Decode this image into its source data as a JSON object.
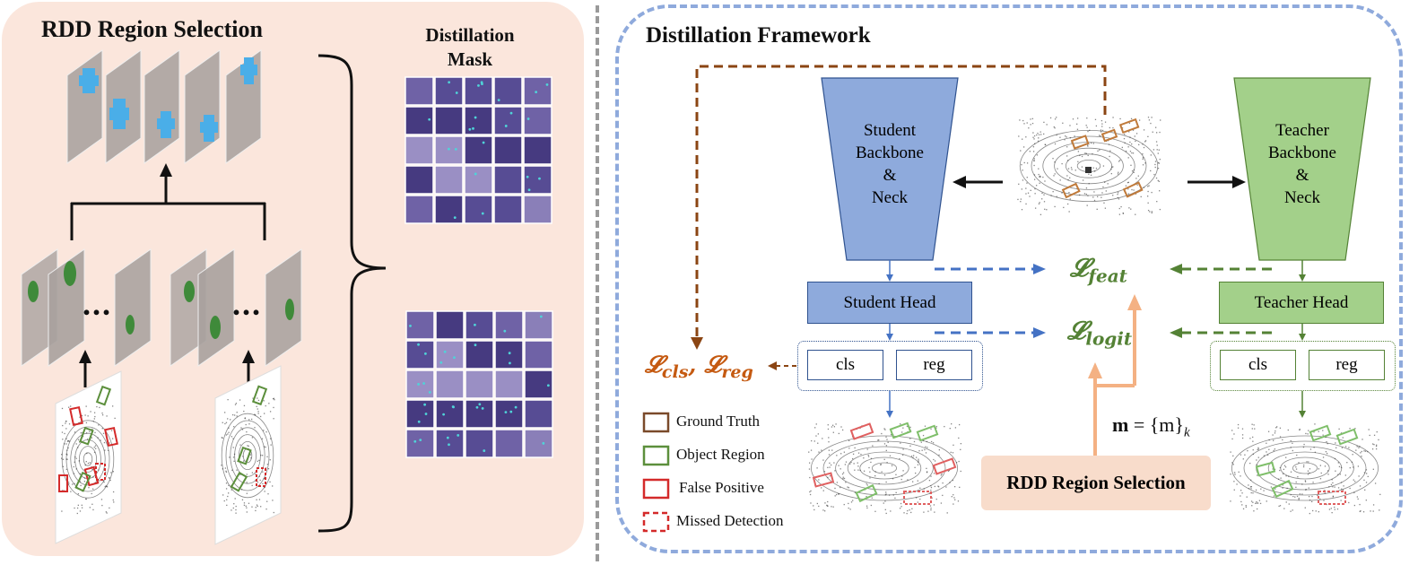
{
  "left_panel": {
    "title": "RDD Region Selection",
    "mask_title_line1": "Distillation",
    "mask_title_line2": "Mask",
    "ellipsis_left": "...",
    "ellipsis_right": "..."
  },
  "right_panel": {
    "title": "Distillation Framework",
    "student_backbone": [
      "Student",
      "Backbone",
      "&",
      "Neck"
    ],
    "teacher_backbone": [
      "Teacher",
      "Backbone",
      "&",
      "Neck"
    ],
    "student_head": "Student Head",
    "teacher_head": "Teacher Head",
    "cls_label": "cls",
    "reg_label": "reg",
    "loss_feat": "𝓛",
    "loss_feat_sub": "feat",
    "loss_logit": "𝓛",
    "loss_logit_sub": "logit",
    "loss_det": "𝓛",
    "loss_det_sub1": "cls",
    "loss_det_sep": ", ",
    "loss_det_sub2": "reg",
    "mask_formula_bold": "m",
    "mask_formula_rest": " = {m}",
    "mask_formula_sub": "k",
    "rdd_box_label": "RDD Region Selection"
  },
  "legend": [
    {
      "label": "Ground Truth",
      "color": "#7a4a2a",
      "style": "solid"
    },
    {
      "label": "Object Region",
      "color": "#5c8f3c",
      "style": "solid"
    },
    {
      "label": "False Positive",
      "color": "#d42a2a",
      "style": "solid"
    },
    {
      "label": "Missed Detection",
      "color": "#d42a2a",
      "style": "dashed"
    }
  ],
  "colors": {
    "left_bg": "#fbe6dc",
    "student_blue": "#8eaadc",
    "teacher_green": "#a3d08a",
    "dash_blue": "#4472c4",
    "dash_green": "#548235",
    "dash_brown": "#8b4513",
    "orange_loss": "#c55a11",
    "green_loss": "#548235",
    "rdd_box": "#f8dccb",
    "rdd_arrow": "#f4b183",
    "frame_blue": "#8faadc"
  }
}
